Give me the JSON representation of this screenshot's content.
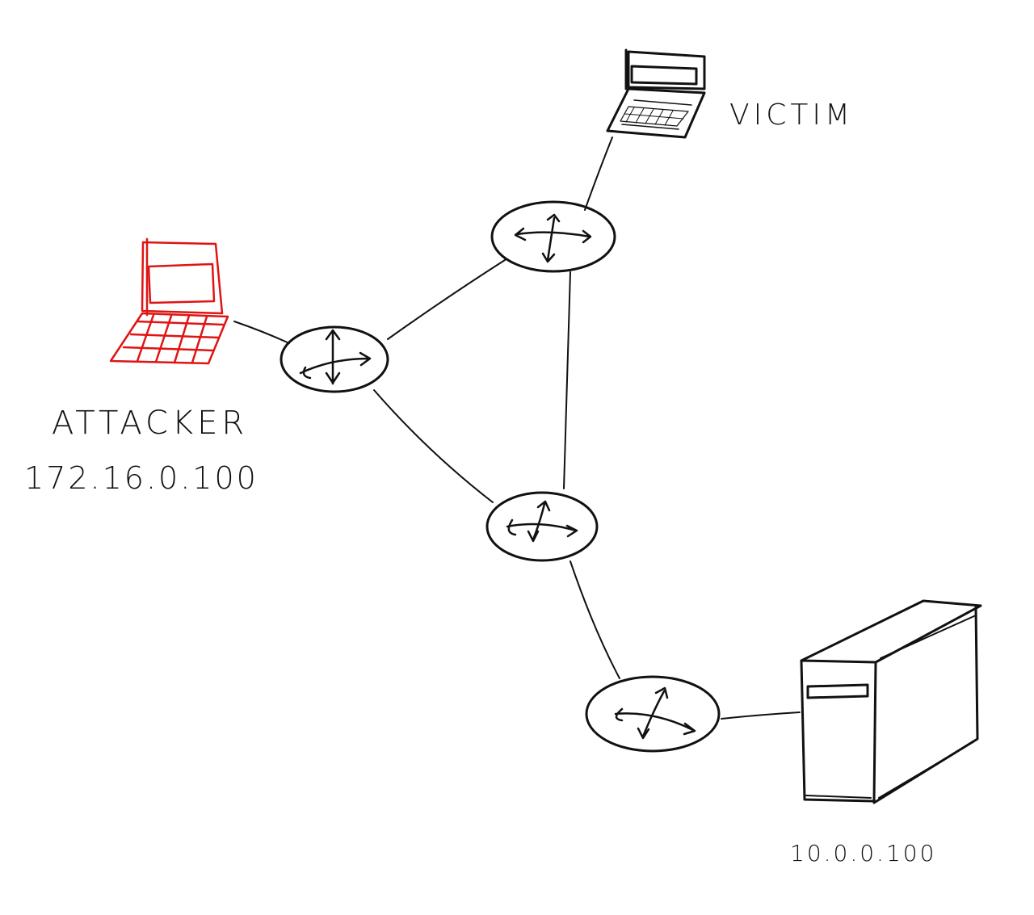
{
  "colors": {
    "ink": "#111111",
    "attacker": "#e01414",
    "background": "#ffffff"
  },
  "nodes": {
    "victim": {
      "label": "VICTIM",
      "icon": "laptop-icon"
    },
    "attacker": {
      "label": "ATTACKER",
      "ip": "172.16.0.100",
      "icon": "laptop-icon"
    },
    "server": {
      "ip": "10.0.0.100",
      "icon": "server-icon"
    },
    "routers": [
      {
        "icon": "router-icon"
      },
      {
        "icon": "router-icon"
      },
      {
        "icon": "router-icon"
      },
      {
        "icon": "router-icon"
      }
    ]
  }
}
